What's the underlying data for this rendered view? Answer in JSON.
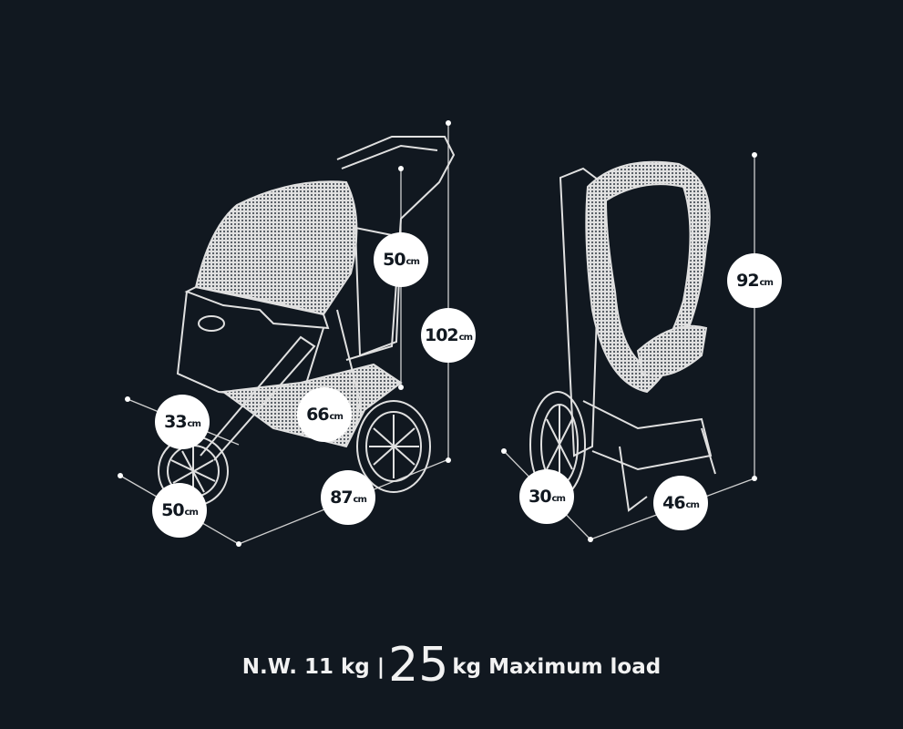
{
  "dimensions": [
    {
      "id": "handle-height",
      "value": "50",
      "unit": "cm"
    },
    {
      "id": "total-height",
      "value": "102",
      "unit": "cm"
    },
    {
      "id": "front-wheel-height",
      "value": "33",
      "unit": "cm"
    },
    {
      "id": "cabin-length",
      "value": "66",
      "unit": "cm"
    },
    {
      "id": "width",
      "value": "50",
      "unit": "cm"
    },
    {
      "id": "length",
      "value": "87",
      "unit": "cm"
    },
    {
      "id": "folded-height",
      "value": "92",
      "unit": "cm"
    },
    {
      "id": "folded-width",
      "value": "30",
      "unit": "cm"
    },
    {
      "id": "folded-length",
      "value": "46",
      "unit": "cm"
    }
  ],
  "caption": {
    "net_weight": "N.W. 11 kg |",
    "max_load_value": "25",
    "max_load_label": "kg Maximum load"
  },
  "colors": {
    "background": "#111820",
    "line": "#e8e8e8",
    "label_bg": "#ffffff"
  }
}
